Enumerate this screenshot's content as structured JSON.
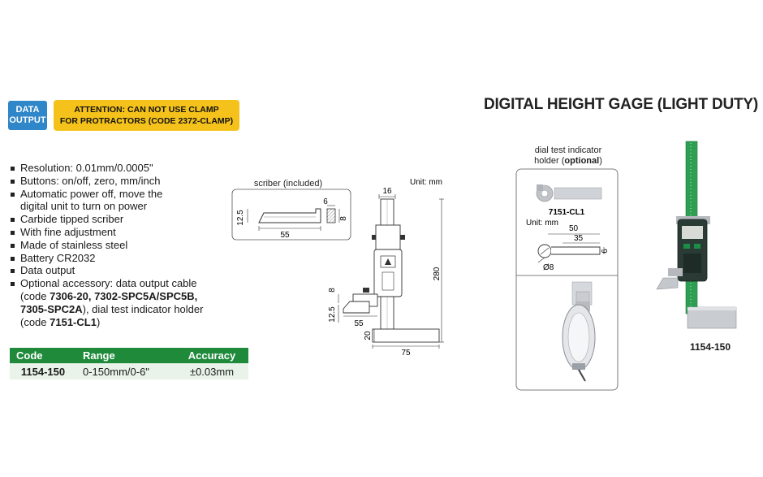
{
  "badge": {
    "line1": "DATA",
    "line2": "OUTPUT"
  },
  "attention": {
    "line1": "ATTENTION: CAN NOT USE CLAMP",
    "line2": "FOR PROTRACTORS (CODE 2372-CLAMP)"
  },
  "title": "DIGITAL HEIGHT GAGE (LIGHT DUTY)",
  "features": {
    "f1": "Resolution: 0.01mm/0.0005\"",
    "f2": "Buttons: on/off, zero, mm/inch",
    "f3a": "Automatic power off, move the",
    "f3b": "digital unit to turn on power",
    "f4": "Carbide tipped scriber",
    "f5": "With fine adjustment",
    "f6": "Made of stainless steel",
    "f7": "Battery CR2032",
    "f8": "Data output",
    "f9a": "Optional accessory: data output cable",
    "f9b_pre": "(code ",
    "f9b_bold": "7306-20, 7302-SPC5A/SPC5B,",
    "f9c_bold": "7305-SPC2A",
    "f9c_post": "), dial test indicator holder",
    "f9d_pre": "(code ",
    "f9d_bold": "7151-CL1",
    "f9d_post": ")"
  },
  "table": {
    "headers": {
      "code": "Code",
      "range": "Range",
      "accuracy": "Accuracy"
    },
    "row": {
      "code": "1154-150",
      "range": "0-150mm/0-6\"",
      "accuracy": "±0.03mm"
    }
  },
  "scriber": {
    "caption": "scriber (included)",
    "d_12_5": "12.5",
    "d_55": "55",
    "d_6": "6",
    "d_8": "8"
  },
  "drawing": {
    "unit": "Unit: mm",
    "d_16": "16",
    "d_280": "280",
    "d_8": "8",
    "d_12_5": "12.5",
    "d_55": "55",
    "d_20": "20",
    "d_75": "75"
  },
  "holder": {
    "caption1": "dial test indicator",
    "caption2_pre": "holder (",
    "caption2_bold": "optional",
    "caption2_post": ")",
    "model": "7151-CL1",
    "unit": "Unit: mm",
    "d_50": "50",
    "d_35": "35",
    "d_6": "6",
    "d_8": "Ø8"
  },
  "product_model": "1154-150"
}
